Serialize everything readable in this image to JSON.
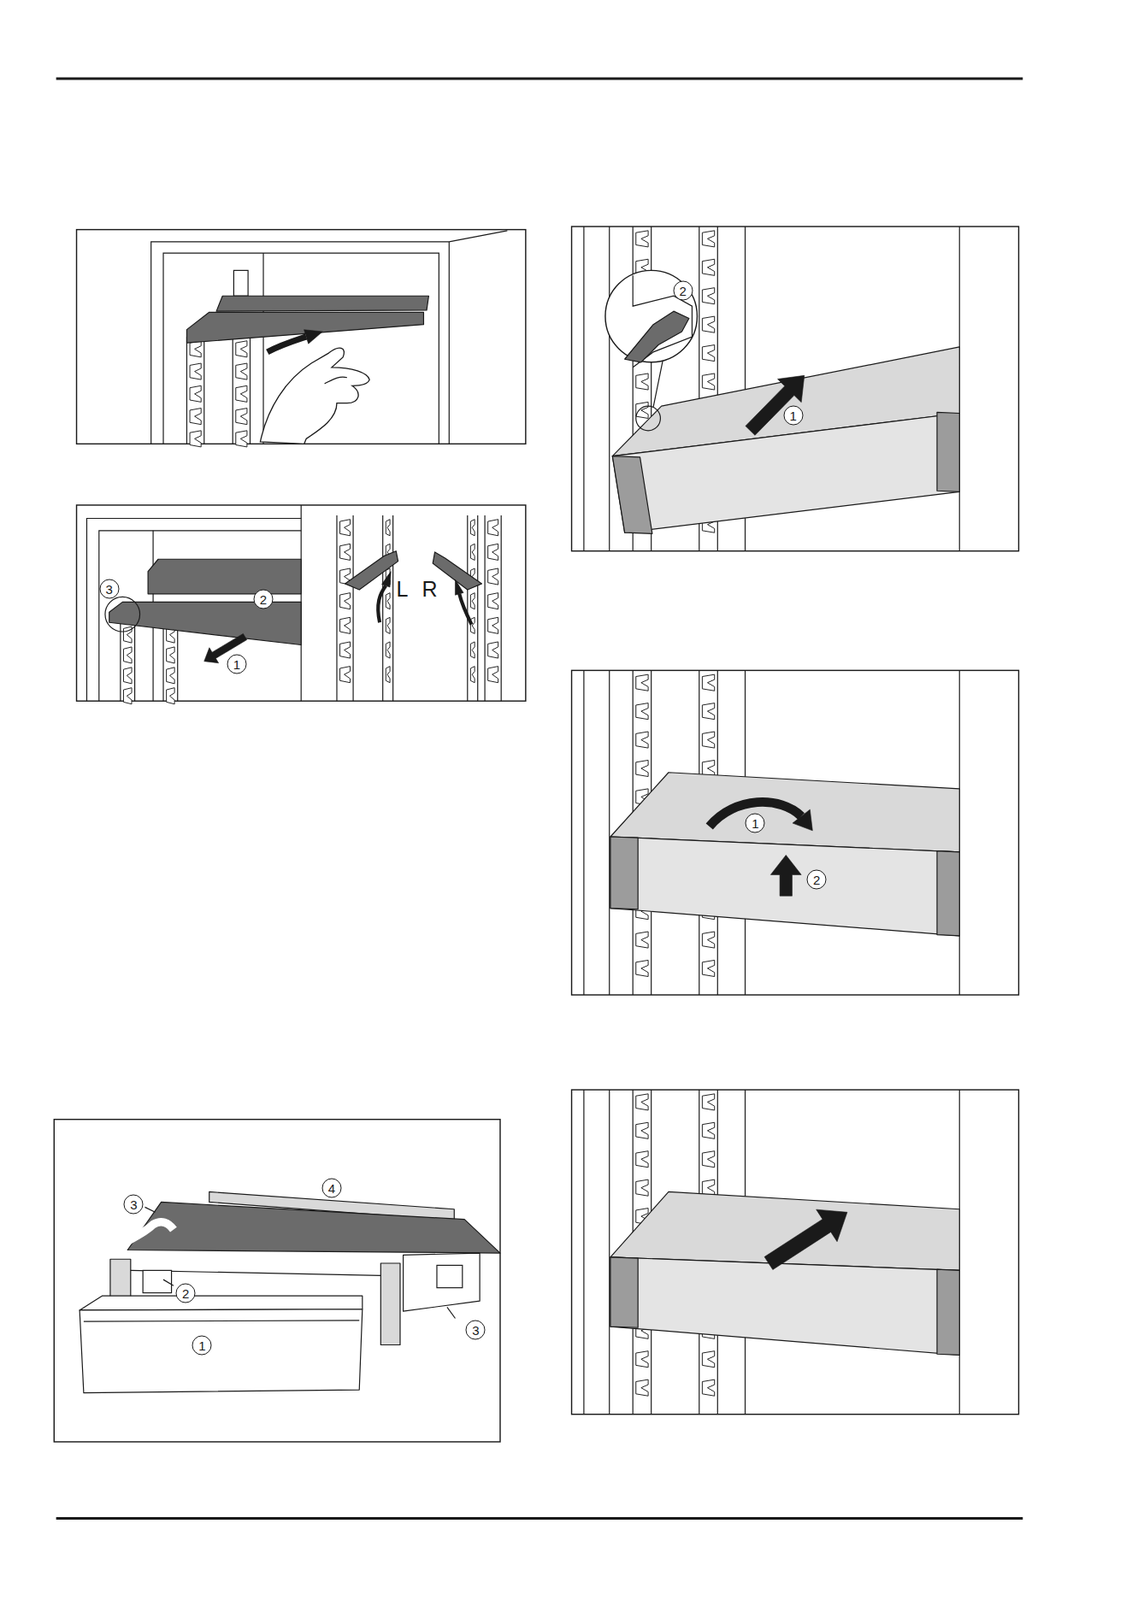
{
  "diagram": {
    "labels": [
      "3",
      "2",
      "1",
      "L",
      "R",
      "3",
      "4",
      "2",
      "3",
      "1",
      "2",
      "1",
      "1",
      "2"
    ]
  }
}
